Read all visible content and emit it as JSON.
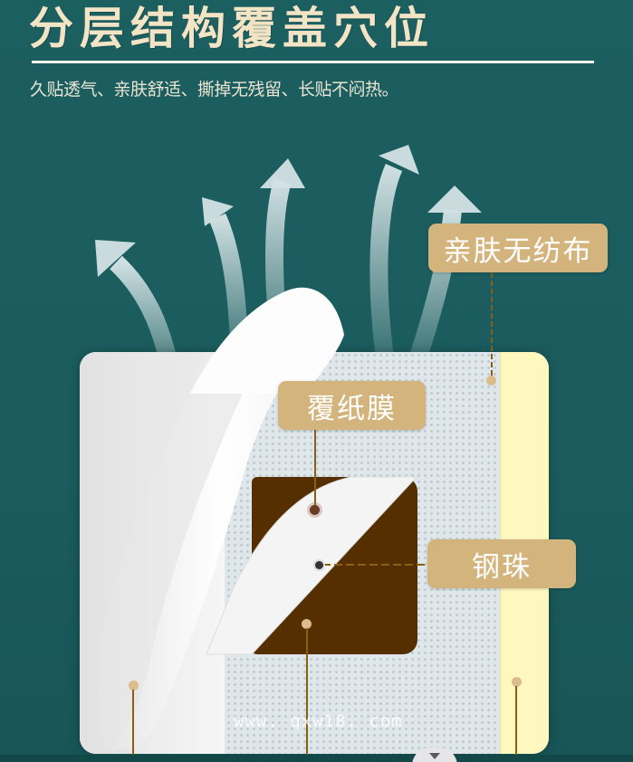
{
  "header": {
    "title": "分层结构覆盖穴位",
    "subtitle": "久贴透气、亲肤舒适、撕掉无残留、长贴不闷热。"
  },
  "labels": {
    "nonwoven": "亲肤无纺布",
    "film": "覆纸膜",
    "steel_ball": "钢珠"
  },
  "watermark": "www. qxw18. com",
  "colors": {
    "background": "#1b5c5f",
    "title": "#f2e4c4",
    "label_bg": "#d4b47d",
    "label_text": "#ffffff",
    "leader_line": "#8a5f10",
    "steel_layer": "#552f00",
    "edge_yellow": "#fef7be",
    "nonwoven": "#dfe7ea"
  },
  "icons": {
    "airflow": "airflow-arrow-icon",
    "scroll": "scroll-down-icon"
  }
}
